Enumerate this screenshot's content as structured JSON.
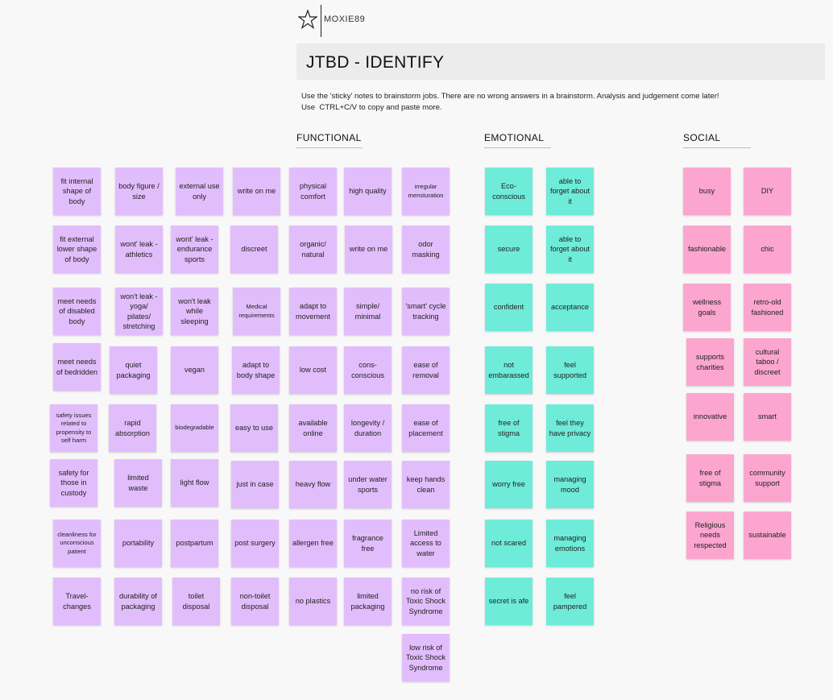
{
  "brand": {
    "name": "MOXIE89"
  },
  "header": {
    "title": "JTBD - IDENTIFY"
  },
  "instructions": {
    "line1": "Use the 'sticky' notes to brainstorm jobs. There are no wrong answers in a brainstorm. Analysis and judgement come later!",
    "line2": "Use  CTRL+C/V to copy and paste more."
  },
  "categories": {
    "functional": "FUNCTIONAL",
    "emotional": "EMOTIONAL",
    "social": "SOCIAL"
  },
  "colors": {
    "functional": "#e2bdfc",
    "emotional": "#6eecd9",
    "social": "#fca6cf"
  },
  "functional_notes": [
    "fit internal shape of body",
    "body figure / size",
    "external use only",
    "write on me",
    "physical comfort",
    "high quality",
    "irregular mensturation",
    "fit external lower shape of body",
    "wont' leak - athletics",
    "wont' leak - endurance sports",
    "discreet",
    "organic/ natural",
    "write on me",
    "odor masking",
    "meet needs of disabled body",
    "won't leak - yoga/ pilates/ stretching",
    "won't leak while sleeping",
    "Medical requirements",
    "adapt to movement",
    "simple/ minimal",
    "'smart' cycle tracking",
    "meet needs of bedridden",
    "quiet packaging",
    "vegan",
    "adapt to body shape",
    "low cost",
    "cons- conscious",
    "ease of removal",
    "safety issues related to propensity to self harm",
    "rapid absorption",
    "biodegradable",
    "easy to use",
    "available online",
    "longevity / duration",
    "ease of placement",
    "safety for those in custody",
    "limited waste",
    "light flow",
    "just in case",
    "heavy flow",
    "under water sports",
    "keep hands clean",
    "cleanliness for unconscious patient",
    "portability",
    "postpartum",
    "post surgery",
    "allergen free",
    "fragrance free",
    "Limited access to water",
    "Travel- changes",
    "durability of packaging",
    "toilet disposal",
    "non-toilet disposal",
    "no plastics",
    "limited packaging",
    "no risk of Toxic Shock Syndrome",
    "low risk of Toxic Shock Syndrome"
  ],
  "emotional_notes": [
    "Eco- conscious",
    "able to forget about it",
    "secure",
    "able to forget about it",
    "confident",
    "acceptance",
    "not embarassed",
    "feel supported",
    "free of stigma",
    "feel they have privacy",
    "worry free",
    "managing mood",
    "not scared",
    "managing emotions",
    "secret is afe",
    "feel pampered"
  ],
  "social_notes": [
    "busy",
    "DIY",
    "fashionable",
    "chic",
    "wellness goals",
    "retro-old fashioned",
    "supports charities",
    "cultural taboo / discreet",
    "innovative",
    "smart",
    "free of stigma",
    "community support",
    "Religious needs respected",
    "sustainable"
  ]
}
